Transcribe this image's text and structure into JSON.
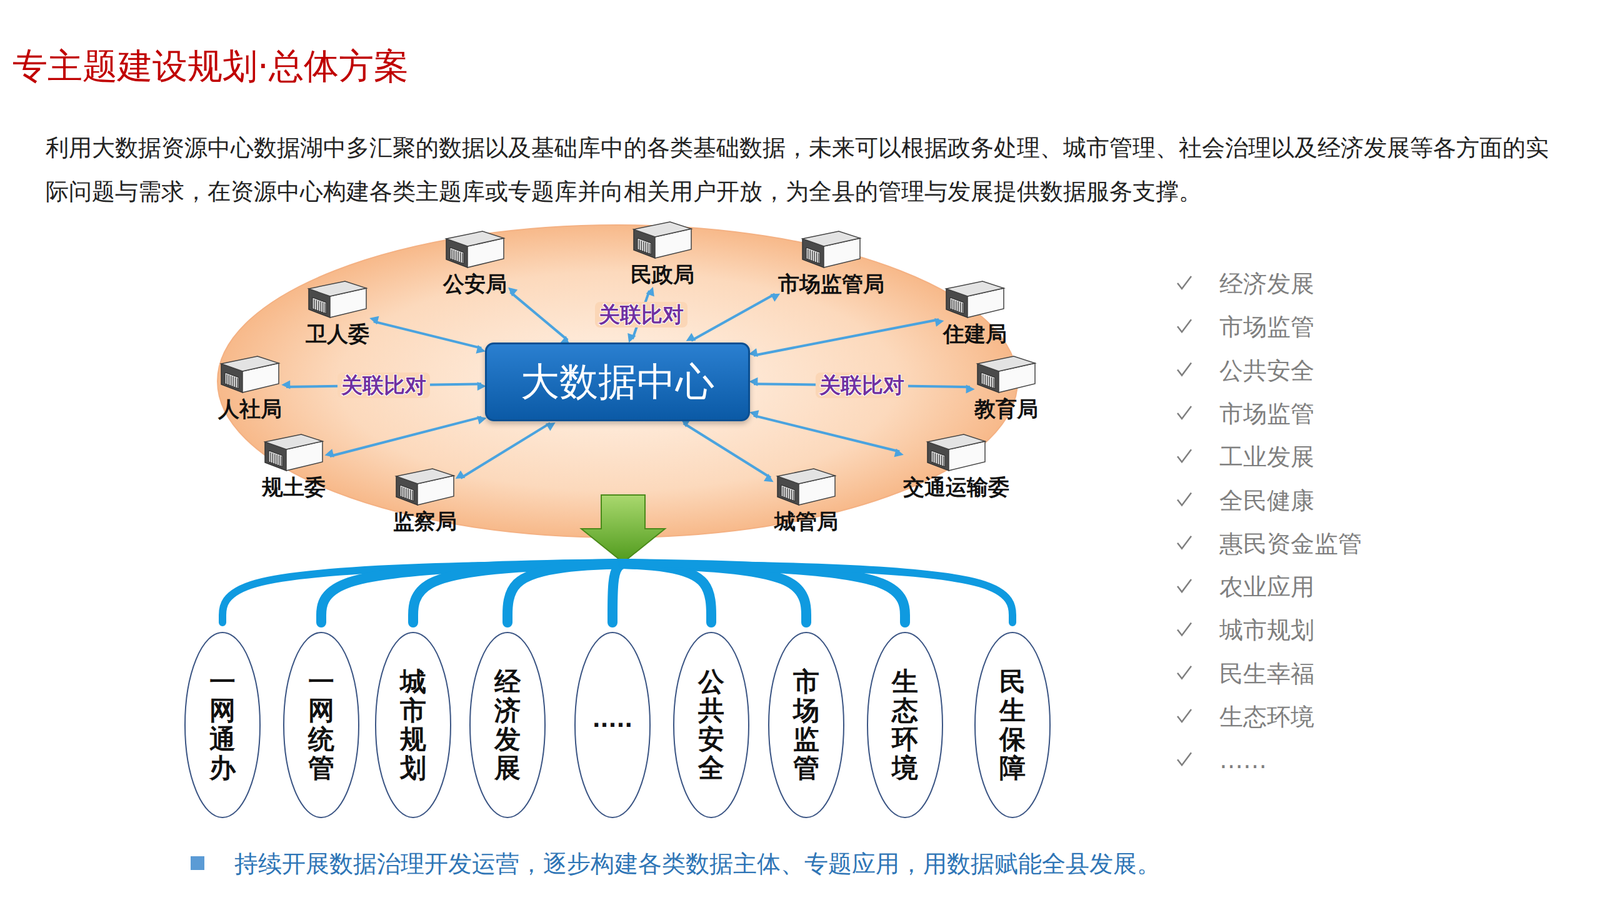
{
  "diagram": {
    "title": "专主题建设规划·总体方案",
    "nodes": [
      {
        "text": [
          "大数据中心"
        ]
      },
      {
        "text": [
          "公安局"
        ]
      },
      {
        "text": [
          "民政局"
        ]
      },
      {
        "text": [
          "市场监管局"
        ]
      },
      {
        "text": [
          "住建局"
        ]
      },
      {
        "text": [
          "教育局"
        ]
      },
      {
        "text": [
          "交通运输委"
        ]
      },
      {
        "text": [
          "城管局"
        ]
      },
      {
        "text": [
          "监察局"
        ]
      },
      {
        "text": [
          "规土委"
        ]
      },
      {
        "text": [
          "人社局"
        ]
      },
      {
        "text": [
          "卫人委"
        ]
      },
      {
        "text": [
          "一网通办"
        ]
      },
      {
        "text": [
          "一网统管"
        ]
      },
      {
        "text": [
          "城市规划"
        ]
      },
      {
        "text": [
          "经济发展"
        ]
      },
      {
        "text": [
          "·····"
        ]
      },
      {
        "text": [
          "公共安全"
        ]
      },
      {
        "text": [
          "市场监管"
        ]
      },
      {
        "text": [
          "生态环境"
        ]
      },
      {
        "text": [
          "民生保障"
        ]
      }
    ],
    "edges": [
      {
        "from": 1,
        "to": 0,
        "arrow": "both"
      },
      {
        "from": 2,
        "to": 0,
        "label": "关联比对",
        "arrow": "both"
      },
      {
        "from": 3,
        "to": 0,
        "arrow": "both"
      },
      {
        "from": 4,
        "to": 0,
        "arrow": "both"
      },
      {
        "from": 5,
        "to": 0,
        "label": "关联比对",
        "arrow": "both"
      },
      {
        "from": 6,
        "to": 0,
        "arrow": "both"
      },
      {
        "from": 7,
        "to": 0,
        "arrow": "both"
      },
      {
        "from": 8,
        "to": 0,
        "arrow": "both"
      },
      {
        "from": 9,
        "to": 0,
        "arrow": "both"
      },
      {
        "from": 10,
        "to": 0,
        "label": "关联比对",
        "arrow": "both"
      },
      {
        "from": 11,
        "to": 0,
        "arrow": "both"
      }
    ],
    "labels": [
      "利用大数据资源中心数据湖中多汇聚的数据以及基础库中的各类基础数据，未来可以根据政务处理、城市管理、社会治理以及经济发展等各方面的实际问题与需求，在资源中心构建各类主题库或专题库并向相关用户开放，为全县的管理与发展提供数据服务支撑。",
      "经济发展",
      "市场监管",
      "公共安全",
      "市场监管",
      "工业发展",
      "全民健康",
      "惠民资金监管",
      "农业应用",
      "城市规划",
      "民生幸福",
      "生态环境",
      "……",
      "持续开展数据治理开发运营，逐步构建各类数据主体、专题应用，用数据赋能全县发展。"
    ]
  }
}
